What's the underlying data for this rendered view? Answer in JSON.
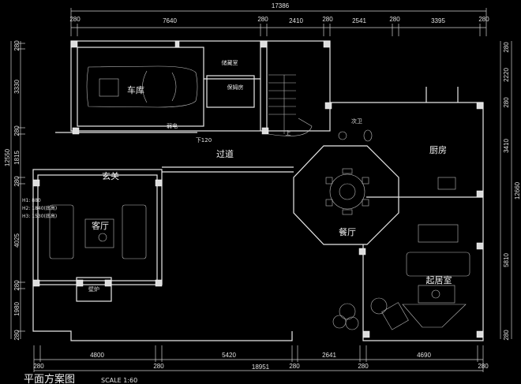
{
  "title": "平面方案图",
  "scale": "SCALE 1:60",
  "dimensions": {
    "top_total": "17386",
    "top": [
      "280",
      "7640",
      "280",
      "2410",
      "280",
      "2541",
      "280",
      "3395",
      "280"
    ],
    "bottom": [
      "4800",
      "5420",
      "2641",
      "4690"
    ],
    "bottom_total": "18951",
    "bottom_walls": [
      "280",
      "280",
      "280",
      "280",
      "280"
    ],
    "left": [
      "280",
      "3330",
      "280",
      "1815",
      "280",
      "4025",
      "280",
      "1980",
      "280"
    ],
    "left_total": "12550",
    "right": [
      "280",
      "2220",
      "280",
      "3410",
      "5810",
      "280"
    ],
    "right_total": "12660"
  },
  "notes": {
    "h1": "H1: 880",
    "h2": "H2: 1840(底高)",
    "h3": "H3: 1530(底高)",
    "step_down": "下120",
    "up": "上"
  },
  "rooms": {
    "garage": "车库",
    "storage": "储藏室",
    "nanny": "保姆房",
    "weak_current": "弱电",
    "corridor": "过道",
    "guest_bath": "次卫",
    "kitchen": "厨房",
    "foyer": "玄关",
    "living": "客厅",
    "fireplace": "壁炉",
    "dining": "餐厅",
    "family_room": "起居室"
  }
}
